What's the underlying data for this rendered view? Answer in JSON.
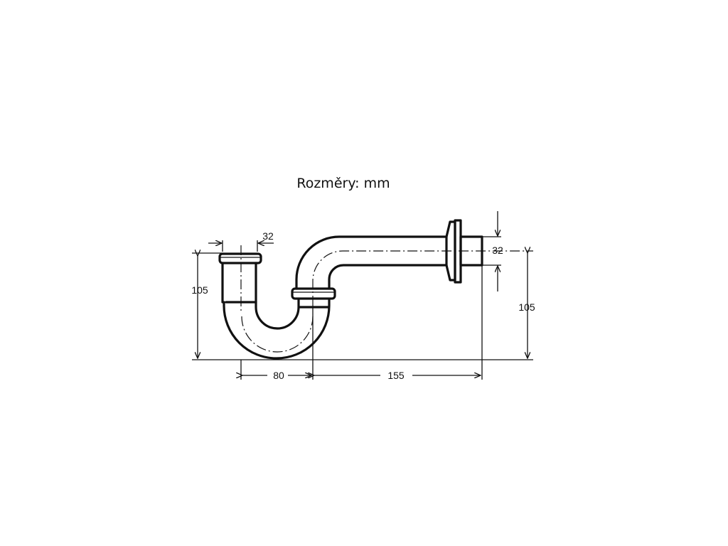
{
  "title": "Rozměry: mm",
  "dimensions": {
    "inlet_diameter": "32",
    "inlet_height": "105",
    "outlet_diameter": "32",
    "outlet_height": "105",
    "trap_width": "80",
    "outlet_length": "155"
  }
}
